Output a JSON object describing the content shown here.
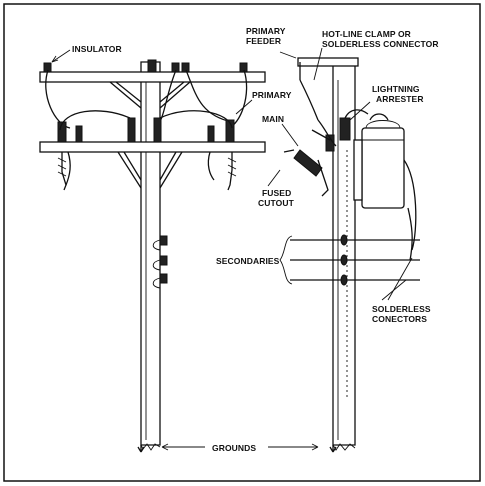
{
  "labels": {
    "insulator": "INSULATOR",
    "primary_feeder_1": "PRIMARY",
    "primary_feeder_2": "FEEDER",
    "hotline_1": "HOT-LINE CLAMP OR",
    "hotline_2": "SOLDERLESS CONNECTOR",
    "lightning_1": "LIGHTNING",
    "lightning_2": "ARRESTER",
    "primary": "PRIMARY",
    "main": "MAIN",
    "fused_1": "FUSED",
    "fused_2": "CUTOUT",
    "secondaries": "SECONDARIES",
    "solderless_1": "SOLDERLESS",
    "solderless_2": "CONECTORS",
    "grounds": "GROUNDS"
  }
}
